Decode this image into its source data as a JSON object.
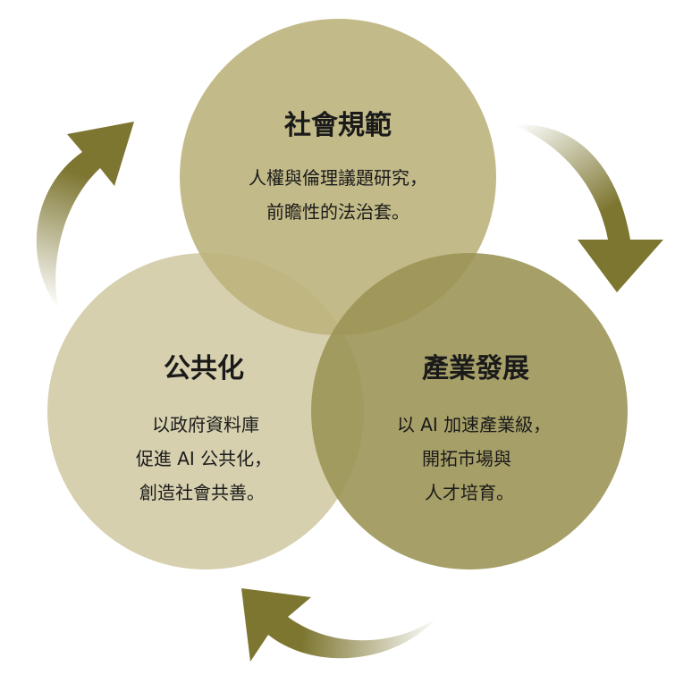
{
  "circles": {
    "top": {
      "title": "社會規範",
      "lines": [
        "人權與倫理議題研究，",
        "前瞻性的法治套。"
      ],
      "color": "#bcb37c"
    },
    "left": {
      "title": "公共化",
      "lines": [
        "以政府資料庫",
        "促進 AI 公共化，",
        "創造社會共善。"
      ],
      "color": "#d2cca8"
    },
    "right": {
      "title": "產業發展",
      "lines": [
        "以 AI 加速產業級，",
        "開拓市場與",
        "人才培育。"
      ],
      "color": "#9c9557"
    }
  },
  "colors": {
    "arrow_dark": "#7d7631",
    "arrow_light": "#ffffff"
  }
}
